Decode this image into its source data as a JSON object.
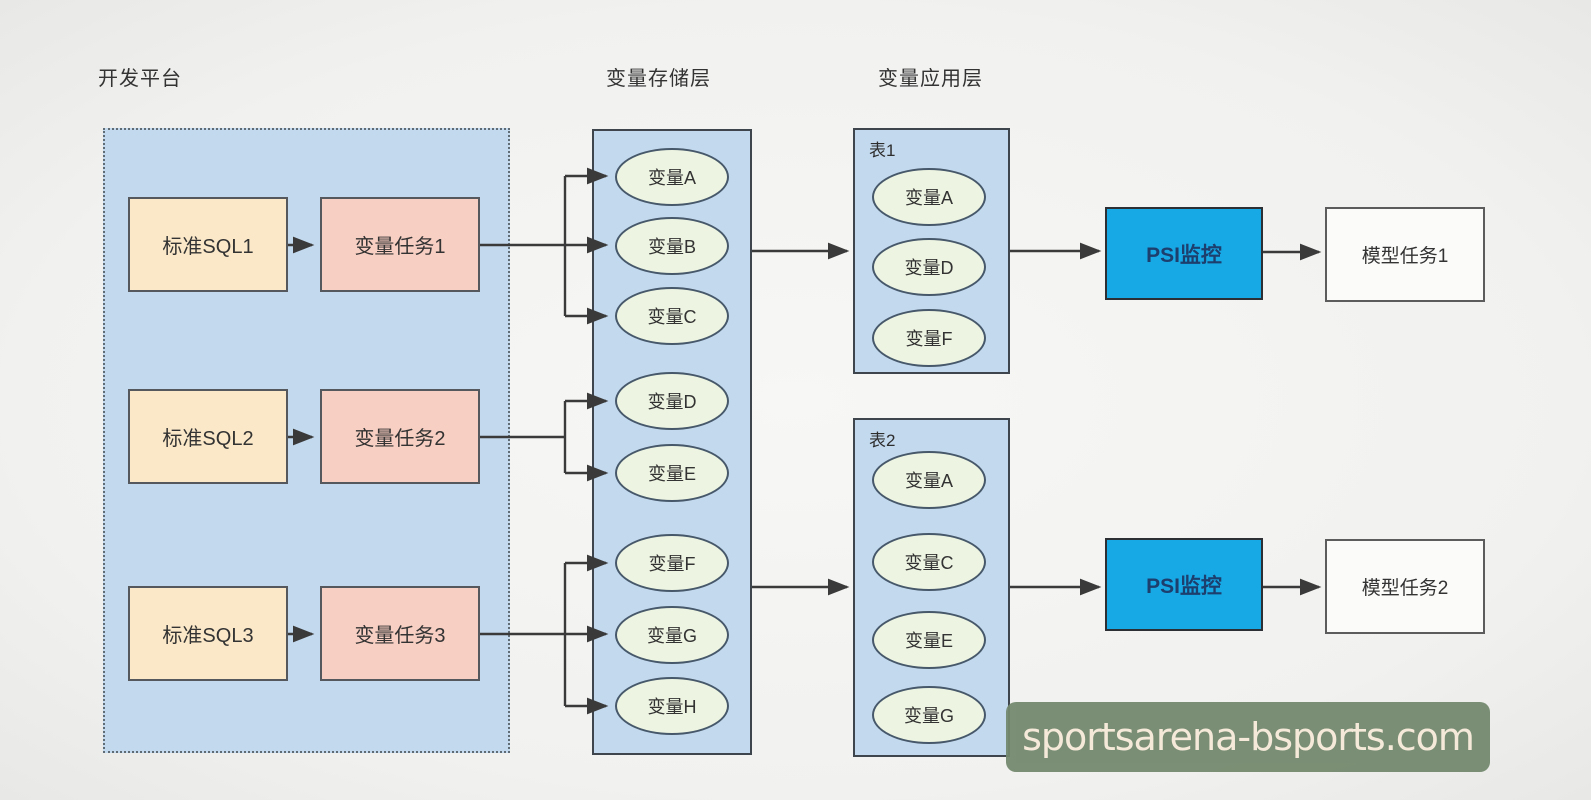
{
  "headings": {
    "dev_platform": "开发平台",
    "storage_layer": "变量存储层",
    "app_layer": "变量应用层"
  },
  "dev_rows": [
    {
      "sql": "标准SQL1",
      "task": "变量任务1"
    },
    {
      "sql": "标准SQL2",
      "task": "变量任务2"
    },
    {
      "sql": "标准SQL3",
      "task": "变量任务3"
    }
  ],
  "storage_vars": [
    "变量A",
    "变量B",
    "变量C",
    "变量D",
    "变量E",
    "变量F",
    "变量G",
    "变量H"
  ],
  "tables": [
    {
      "label": "表1",
      "vars": [
        "变量A",
        "变量D",
        "变量F"
      ]
    },
    {
      "label": "表2",
      "vars": [
        "变量A",
        "变量C",
        "变量E",
        "变量G"
      ]
    }
  ],
  "monitors": [
    {
      "label": "PSI监控"
    },
    {
      "label": "PSI监控"
    }
  ],
  "model_tasks": [
    {
      "label": "模型任务1"
    },
    {
      "label": "模型任务2"
    }
  ],
  "watermark": "sportsarena-bsports.com",
  "colors": {
    "canvas_bg": "#f3f3f1",
    "panel_blue": "#c3d9ee",
    "sql_fill": "#fbe8c8",
    "task_fill": "#f8cfc3",
    "ellipse_fill": "#edf4e1",
    "psi_fill": "#17a9e6",
    "psi_text": "#1c3f6e",
    "model_fill": "#fbfbfa",
    "arrow": "#3a3a3a",
    "watermark_bg": "#74896f",
    "watermark_text": "#f6ead9"
  }
}
